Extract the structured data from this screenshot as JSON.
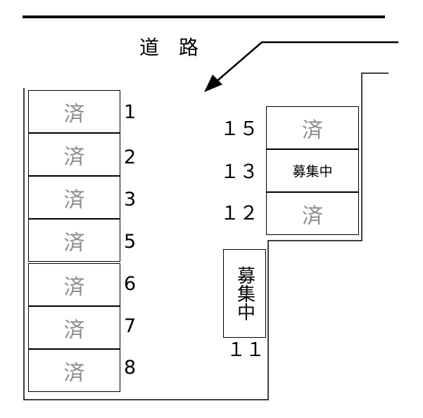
{
  "road": {
    "label": "道　路"
  },
  "left_column": [
    {
      "number": "1",
      "status": "済"
    },
    {
      "number": "2",
      "status": "済"
    },
    {
      "number": "3",
      "status": "済"
    },
    {
      "number": "5",
      "status": "済"
    },
    {
      "number": "6",
      "status": "済"
    },
    {
      "number": "7",
      "status": "済"
    },
    {
      "number": "8",
      "status": "済"
    }
  ],
  "right_column": [
    {
      "number": "１５",
      "status": "済"
    },
    {
      "number": "１３",
      "status": "募集中"
    },
    {
      "number": "１２",
      "status": "済"
    }
  ],
  "single_lot": {
    "number": "１１",
    "status": "募集中"
  },
  "colors": {
    "taken_text": "#8c8c8c",
    "line": "#000000"
  }
}
